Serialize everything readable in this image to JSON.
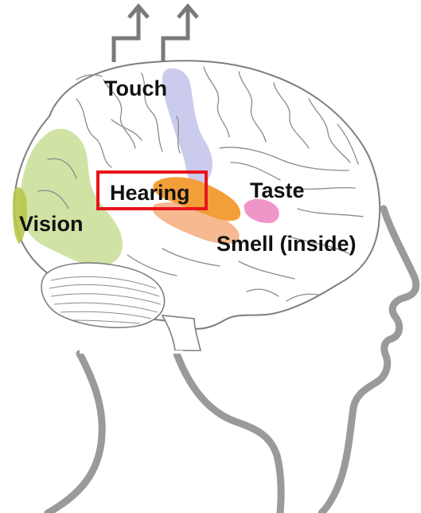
{
  "labels": {
    "touch": "Touch",
    "hearing": "Hearing",
    "taste": "Taste",
    "vision": "Vision",
    "smell": "Smell (inside)"
  },
  "colors": {
    "touch_region": "#c8c8ec",
    "hearing_region": "#f29a2e",
    "taste_region": "#ef8fc4",
    "vision_region": "#cfe0a0",
    "smell_region": "#f5b58a",
    "highlight_box": "#e8141b",
    "outline": "#8a8a8a",
    "head_outline": "#9a9a9a",
    "arrows": "#7a7a7a"
  },
  "highlighted_label": "Hearing",
  "icons": [
    "up-arrow-icon",
    "up-arrow-icon"
  ]
}
